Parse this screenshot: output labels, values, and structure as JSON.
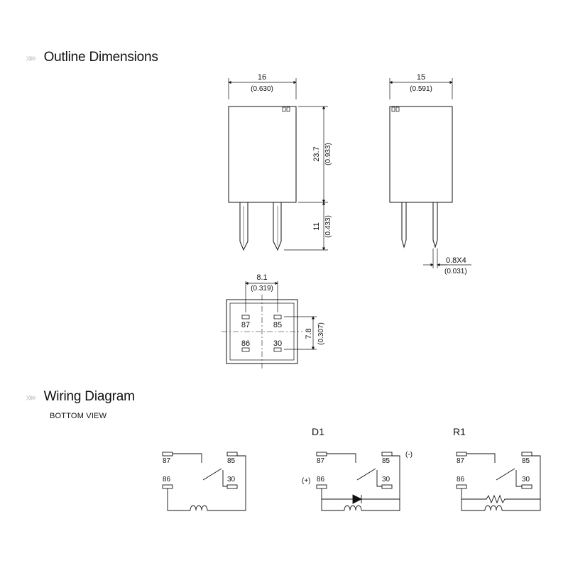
{
  "sections": {
    "outline_title": "Outline Dimensions",
    "wiring_title": "Wiring Diagram",
    "bottom_view": "BOTTOM VIEW",
    "chevron": "»»"
  },
  "dims": {
    "front_width": "16",
    "front_width_in": "(0.630)",
    "side_width": "15",
    "side_width_in": "(0.591)",
    "body_height": "23.7",
    "body_height_in": "(0.933)",
    "pin_length": "11",
    "pin_length_in": "(0.433)",
    "pin_thickness": "0.8X4",
    "pin_thickness_in": "(0.031)",
    "pin_pitch_x": "8.1",
    "pin_pitch_x_in": "(0.319)",
    "pin_pitch_y": "7.8",
    "pin_pitch_y_in": "(0.307)"
  },
  "pins": {
    "p87": "87",
    "p85": "85",
    "p86": "86",
    "p30": "30"
  },
  "variants": {
    "d1": "D1",
    "r1": "R1",
    "minus": "(-)",
    "plus": "(+)"
  }
}
